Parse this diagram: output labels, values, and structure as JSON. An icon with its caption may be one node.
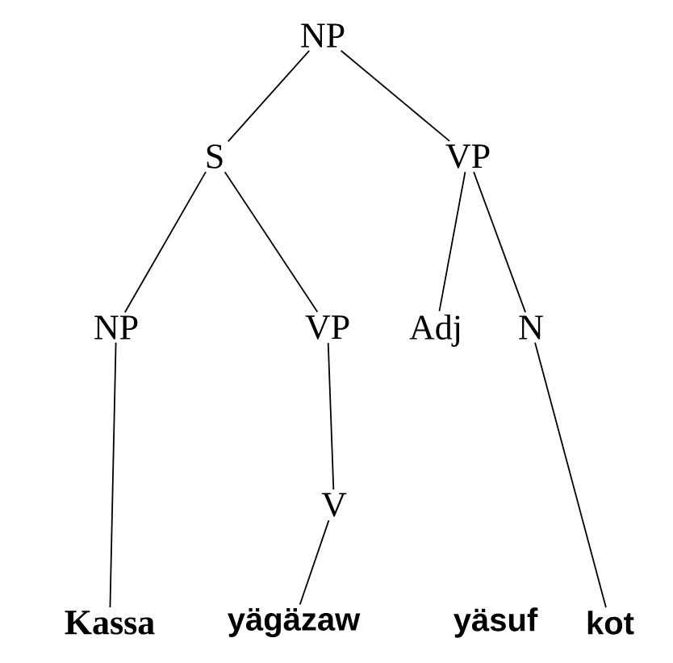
{
  "diagram": {
    "nodes": [
      {
        "text": [
          "NP"
        ]
      },
      {
        "text": [
          "S"
        ]
      },
      {
        "text": [
          "VP"
        ]
      },
      {
        "text": [
          "NP"
        ]
      },
      {
        "text": [
          "VP"
        ]
      },
      {
        "text": [
          "Adj"
        ]
      },
      {
        "text": [
          "N"
        ]
      },
      {
        "text": [
          "V"
        ]
      },
      {
        "text": [
          "Kassa"
        ]
      },
      {
        "text": [
          "yägäzaw"
        ]
      },
      {
        "text": [
          "yäsuf"
        ]
      },
      {
        "text": [
          "kot"
        ]
      }
    ],
    "edges": [
      {
        "from": 0,
        "to": 1,
        "arrow": "none"
      },
      {
        "from": 0,
        "to": 2,
        "arrow": "none"
      },
      {
        "from": 1,
        "to": 3,
        "arrow": "none"
      },
      {
        "from": 1,
        "to": 4,
        "arrow": "none"
      },
      {
        "from": 2,
        "to": 5,
        "arrow": "none"
      },
      {
        "from": 2,
        "to": 6,
        "arrow": "none"
      },
      {
        "from": 3,
        "to": 8,
        "arrow": "none"
      },
      {
        "from": 4,
        "to": 7,
        "arrow": "none"
      },
      {
        "from": 7,
        "to": 9,
        "arrow": "none"
      },
      {
        "from": 6,
        "to": 11,
        "arrow": "none"
      }
    ]
  }
}
